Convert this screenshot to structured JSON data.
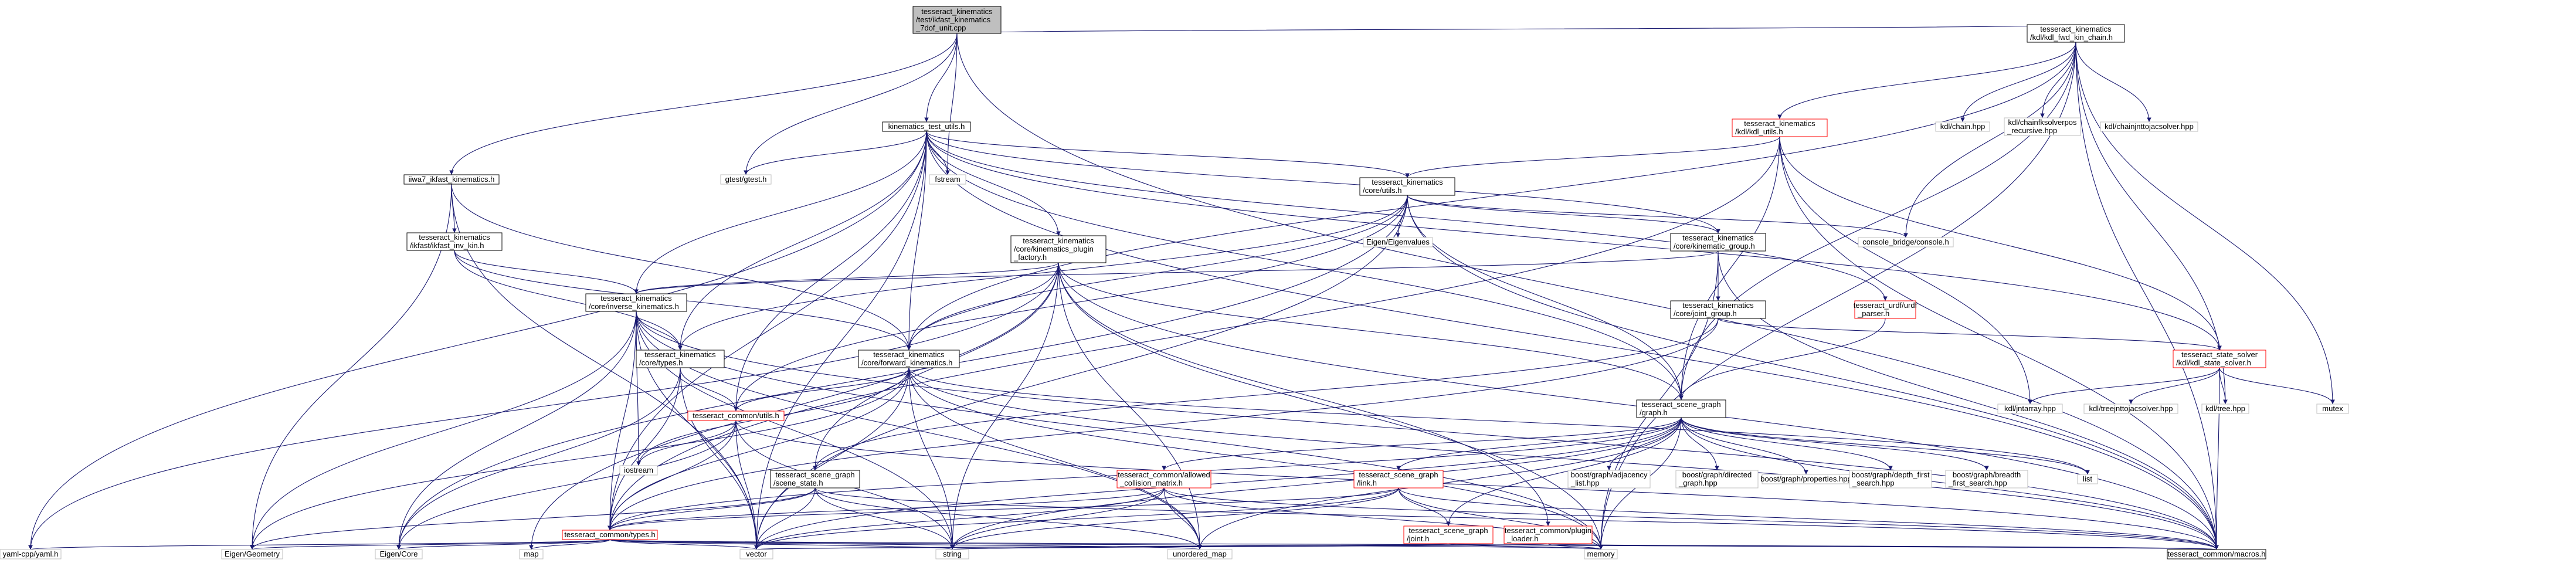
{
  "nodes": [
    {
      "id": "root",
      "lines": [
        "tesseract_kinematics",
        "/test/ikfast_kinematics",
        "_7dof_unit.cpp"
      ],
      "style": "root"
    },
    {
      "id": "kdl_fwd",
      "lines": [
        "tesseract_kinematics",
        "/kdl/kdl_fwd_kin_chain.h"
      ],
      "style": "plain"
    },
    {
      "id": "kin_test_utils",
      "lines": [
        "kinematics_test_utils.h"
      ],
      "style": "plain"
    },
    {
      "id": "kdl_utils",
      "lines": [
        "tesseract_kinematics",
        "/kdl/kdl_utils.h"
      ],
      "style": "red"
    },
    {
      "id": "iiwa7",
      "lines": [
        "iiwa7_ikfast_kinematics.h"
      ],
      "style": "plain"
    },
    {
      "id": "core_utils",
      "lines": [
        "tesseract_kinematics",
        "/core/utils.h"
      ],
      "style": "plain"
    },
    {
      "id": "ikfast_inv",
      "lines": [
        "tesseract_kinematics",
        "/ikfast/ikfast_inv_kin.h"
      ],
      "style": "plain"
    },
    {
      "id": "plugin_factory",
      "lines": [
        "tesseract_kinematics",
        "/core/kinematics_plugin",
        "_factory.h"
      ],
      "style": "plain"
    },
    {
      "id": "kin_group",
      "lines": [
        "tesseract_kinematics",
        "/core/kinematic_group.h"
      ],
      "style": "plain"
    },
    {
      "id": "inv_kin",
      "lines": [
        "tesseract_kinematics",
        "/core/inverse_kinematics.h"
      ],
      "style": "plain"
    },
    {
      "id": "joint_group",
      "lines": [
        "tesseract_kinematics",
        "/core/joint_group.h"
      ],
      "style": "plain"
    },
    {
      "id": "urdf_parser",
      "lines": [
        "tesseract_urdf/urdf",
        "_parser.h"
      ],
      "style": "red"
    },
    {
      "id": "core_types",
      "lines": [
        "tesseract_kinematics",
        "/core/types.h"
      ],
      "style": "plain"
    },
    {
      "id": "fwd_kin",
      "lines": [
        "tesseract_kinematics",
        "/core/forward_kinematics.h"
      ],
      "style": "plain"
    },
    {
      "id": "kdl_state_solver",
      "lines": [
        "tesseract_state_solver",
        "/kdl/kdl_state_solver.h"
      ],
      "style": "red"
    },
    {
      "id": "common_utils",
      "lines": [
        "tesseract_common/utils.h"
      ],
      "style": "red"
    },
    {
      "id": "scene_graph",
      "lines": [
        "tesseract_scene_graph",
        "/graph.h"
      ],
      "style": "plain"
    },
    {
      "id": "scene_state",
      "lines": [
        "tesseract_scene_graph",
        "/scene_state.h"
      ],
      "style": "plain"
    },
    {
      "id": "allowed_collision",
      "lines": [
        "tesseract_common/allowed",
        "_collision_matrix.h"
      ],
      "style": "red"
    },
    {
      "id": "sg_link",
      "lines": [
        "tesseract_scene_graph",
        "/link.h"
      ],
      "style": "red"
    },
    {
      "id": "common_types",
      "lines": [
        "tesseract_common/types.h"
      ],
      "style": "red"
    },
    {
      "id": "sg_joint",
      "lines": [
        "tesseract_scene_graph",
        "/joint.h"
      ],
      "style": "red"
    },
    {
      "id": "plugin_loader",
      "lines": [
        "tesseract_common/plugin",
        "_loader.h"
      ],
      "style": "red"
    },
    {
      "id": "common_macros",
      "lines": [
        "tesseract_common/macros.h"
      ],
      "style": "plain"
    },
    {
      "id": "gtest",
      "lines": [
        "gtest/gtest.h"
      ],
      "style": "gray"
    },
    {
      "id": "fstream",
      "lines": [
        "fstream"
      ],
      "style": "gray"
    },
    {
      "id": "kdl_chain",
      "lines": [
        "kdl/chain.hpp"
      ],
      "style": "gray"
    },
    {
      "id": "kdl_chainfk",
      "lines": [
        "kdl/chainfksolverpos",
        "_recursive.hpp"
      ],
      "style": "gray"
    },
    {
      "id": "kdl_chainjnt",
      "lines": [
        "kdl/chainjnttojacsolver.hpp"
      ],
      "style": "gray"
    },
    {
      "id": "eigen_values",
      "lines": [
        "Eigen/Eigenvalues"
      ],
      "style": "gray"
    },
    {
      "id": "console_bridge",
      "lines": [
        "console_bridge/console.h"
      ],
      "style": "gray"
    },
    {
      "id": "kdl_jntarray",
      "lines": [
        "kdl/jntarray.hpp"
      ],
      "style": "gray"
    },
    {
      "id": "kdl_treejnt",
      "lines": [
        "kdl/treejnttojacsolver.hpp"
      ],
      "style": "gray"
    },
    {
      "id": "kdl_tree",
      "lines": [
        "kdl/tree.hpp"
      ],
      "style": "gray"
    },
    {
      "id": "mutex",
      "lines": [
        "mutex"
      ],
      "style": "gray"
    },
    {
      "id": "iostream",
      "lines": [
        "iostream"
      ],
      "style": "gray"
    },
    {
      "id": "bg_adj",
      "lines": [
        "boost/graph/adjacency",
        "_list.hpp"
      ],
      "style": "gray"
    },
    {
      "id": "bg_directed",
      "lines": [
        "boost/graph/directed",
        "_graph.hpp"
      ],
      "style": "gray"
    },
    {
      "id": "bg_props",
      "lines": [
        "boost/graph/properties.hpp"
      ],
      "style": "gray"
    },
    {
      "id": "bg_dfs",
      "lines": [
        "boost/graph/depth_first",
        "_search.hpp"
      ],
      "style": "gray"
    },
    {
      "id": "bg_bfs",
      "lines": [
        "boost/graph/breadth",
        "_first_search.hpp"
      ],
      "style": "gray"
    },
    {
      "id": "list",
      "lines": [
        "list"
      ],
      "style": "gray"
    },
    {
      "id": "yaml",
      "lines": [
        "yaml-cpp/yaml.h"
      ],
      "style": "gray"
    },
    {
      "id": "eigen_geometry",
      "lines": [
        "Eigen/Geometry"
      ],
      "style": "gray"
    },
    {
      "id": "eigen_core",
      "lines": [
        "Eigen/Core"
      ],
      "style": "gray"
    },
    {
      "id": "map",
      "lines": [
        "map"
      ],
      "style": "gray"
    },
    {
      "id": "vector",
      "lines": [
        "vector"
      ],
      "style": "gray"
    },
    {
      "id": "string",
      "lines": [
        "string"
      ],
      "style": "gray"
    },
    {
      "id": "unordered_map",
      "lines": [
        "unordered_map"
      ],
      "style": "gray"
    },
    {
      "id": "memory",
      "lines": [
        "memory"
      ],
      "style": "gray"
    }
  ],
  "edges": [
    [
      "root",
      "kdl_fwd"
    ],
    [
      "root",
      "kin_test_utils"
    ],
    [
      "root",
      "iiwa7"
    ],
    [
      "root",
      "gtest"
    ],
    [
      "root",
      "fstream"
    ],
    [
      "root",
      "common_macros"
    ],
    [
      "kdl_fwd",
      "kdl_utils"
    ],
    [
      "kdl_fwd",
      "kdl_chain"
    ],
    [
      "kdl_fwd",
      "kdl_chainfk"
    ],
    [
      "kdl_fwd",
      "kdl_chainjnt"
    ],
    [
      "kdl_fwd",
      "fwd_kin"
    ],
    [
      "kdl_fwd",
      "console_bridge"
    ],
    [
      "kdl_fwd",
      "mutex"
    ],
    [
      "kdl_fwd",
      "kdl_tree"
    ],
    [
      "kdl_fwd",
      "scene_graph"
    ],
    [
      "kdl_fwd",
      "common_macros"
    ],
    [
      "kdl_fwd",
      "memory"
    ],
    [
      "kdl_utils",
      "core_utils"
    ],
    [
      "kdl_utils",
      "kdl_state_solver"
    ],
    [
      "kdl_utils",
      "kdl_jntarray"
    ],
    [
      "kdl_utils",
      "scene_graph"
    ],
    [
      "kdl_utils",
      "common_types"
    ],
    [
      "kdl_utils",
      "common_macros"
    ],
    [
      "kin_test_utils",
      "core_utils"
    ],
    [
      "kin_test_utils",
      "plugin_factory"
    ],
    [
      "kin_test_utils",
      "kin_group"
    ],
    [
      "kin_test_utils",
      "inv_kin"
    ],
    [
      "kin_test_utils",
      "fwd_kin"
    ],
    [
      "kin_test_utils",
      "core_types"
    ],
    [
      "kin_test_utils",
      "gtest"
    ],
    [
      "kin_test_utils",
      "fstream"
    ],
    [
      "kin_test_utils",
      "urdf_parser"
    ],
    [
      "kin_test_utils",
      "scene_graph"
    ],
    [
      "kin_test_utils",
      "common_utils"
    ],
    [
      "kin_test_utils",
      "kdl_state_solver"
    ],
    [
      "kin_test_utils",
      "yaml"
    ],
    [
      "kin_test_utils",
      "vector"
    ],
    [
      "kin_test_utils",
      "common_types"
    ],
    [
      "kin_test_utils",
      "common_macros"
    ],
    [
      "iiwa7",
      "ikfast_inv"
    ],
    [
      "iiwa7",
      "fwd_kin"
    ],
    [
      "iiwa7",
      "eigen_geometry"
    ],
    [
      "iiwa7",
      "vector"
    ],
    [
      "core_utils",
      "eigen_values"
    ],
    [
      "core_utils",
      "console_bridge"
    ],
    [
      "core_utils",
      "kin_group"
    ],
    [
      "core_utils",
      "scene_graph"
    ],
    [
      "core_utils",
      "fwd_kin"
    ],
    [
      "core_utils",
      "core_types"
    ],
    [
      "core_utils",
      "vector"
    ],
    [
      "core_utils",
      "eigen_core"
    ],
    [
      "core_utils",
      "common_macros"
    ],
    [
      "core_utils",
      "common_utils"
    ],
    [
      "ikfast_inv",
      "inv_kin"
    ],
    [
      "ikfast_inv",
      "core_types"
    ],
    [
      "ikfast_inv",
      "fwd_kin"
    ],
    [
      "plugin_factory",
      "inv_kin"
    ],
    [
      "plugin_factory",
      "fwd_kin"
    ],
    [
      "plugin_factory",
      "scene_state"
    ],
    [
      "plugin_factory",
      "scene_graph"
    ],
    [
      "plugin_factory",
      "plugin_loader"
    ],
    [
      "plugin_factory",
      "yaml"
    ],
    [
      "plugin_factory",
      "string"
    ],
    [
      "plugin_factory",
      "common_macros"
    ],
    [
      "plugin_factory",
      "map"
    ],
    [
      "plugin_factory",
      "memory"
    ],
    [
      "plugin_factory",
      "unordered_map"
    ],
    [
      "kin_group",
      "joint_group"
    ],
    [
      "kin_group",
      "inv_kin"
    ],
    [
      "kin_group",
      "common_macros"
    ],
    [
      "kin_group",
      "memory"
    ],
    [
      "inv_kin",
      "core_types"
    ],
    [
      "inv_kin",
      "common_types"
    ],
    [
      "inv_kin",
      "eigen_geometry"
    ],
    [
      "inv_kin",
      "eigen_core"
    ],
    [
      "inv_kin",
      "vector"
    ],
    [
      "inv_kin",
      "string"
    ],
    [
      "inv_kin",
      "memory"
    ],
    [
      "inv_kin",
      "unordered_map"
    ],
    [
      "inv_kin",
      "iostream"
    ],
    [
      "inv_kin",
      "common_macros"
    ],
    [
      "joint_group",
      "kdl_state_solver"
    ],
    [
      "joint_group",
      "scene_state"
    ],
    [
      "joint_group",
      "common_types"
    ],
    [
      "urdf_parser",
      "scene_graph"
    ],
    [
      "core_types",
      "common_utils"
    ],
    [
      "core_types",
      "common_types"
    ],
    [
      "core_types",
      "eigen_core"
    ],
    [
      "core_types",
      "vector"
    ],
    [
      "fwd_kin",
      "common_types"
    ],
    [
      "fwd_kin",
      "common_utils"
    ],
    [
      "fwd_kin",
      "eigen_geometry"
    ],
    [
      "fwd_kin",
      "vector"
    ],
    [
      "fwd_kin",
      "string"
    ],
    [
      "fwd_kin",
      "unordered_map"
    ],
    [
      "fwd_kin",
      "memory"
    ],
    [
      "fwd_kin",
      "iostream"
    ],
    [
      "fwd_kin",
      "list"
    ],
    [
      "fwd_kin",
      "common_macros"
    ],
    [
      "kdl_state_solver",
      "kdl_jntarray"
    ],
    [
      "kdl_state_solver",
      "kdl_treejnt"
    ],
    [
      "kdl_state_solver",
      "kdl_tree"
    ],
    [
      "kdl_state_solver",
      "mutex"
    ],
    [
      "kdl_state_solver",
      "common_macros"
    ],
    [
      "common_utils",
      "iostream"
    ],
    [
      "common_utils",
      "common_types"
    ],
    [
      "common_utils",
      "eigen_core"
    ],
    [
      "common_utils",
      "vector"
    ],
    [
      "common_utils",
      "string"
    ],
    [
      "common_utils",
      "common_macros"
    ],
    [
      "scene_graph",
      "bg_adj"
    ],
    [
      "scene_graph",
      "bg_directed"
    ],
    [
      "scene_graph",
      "bg_props"
    ],
    [
      "scene_graph",
      "bg_dfs"
    ],
    [
      "scene_graph",
      "bg_bfs"
    ],
    [
      "scene_graph",
      "list"
    ],
    [
      "scene_graph",
      "sg_link"
    ],
    [
      "scene_graph",
      "sg_joint"
    ],
    [
      "scene_graph",
      "allowed_collision"
    ],
    [
      "scene_graph",
      "common_types"
    ],
    [
      "scene_graph",
      "common_macros"
    ],
    [
      "scene_graph",
      "unordered_map"
    ],
    [
      "scene_graph",
      "string"
    ],
    [
      "scene_graph",
      "vector"
    ],
    [
      "scene_graph",
      "memory"
    ],
    [
      "scene_state",
      "common_types"
    ],
    [
      "scene_state",
      "eigen_geometry"
    ],
    [
      "scene_state",
      "string"
    ],
    [
      "scene_state",
      "vector"
    ],
    [
      "scene_state",
      "unordered_map"
    ],
    [
      "scene_state",
      "common_macros"
    ],
    [
      "allowed_collision",
      "common_types"
    ],
    [
      "allowed_collision",
      "unordered_map"
    ],
    [
      "allowed_collision",
      "vector"
    ],
    [
      "allowed_collision",
      "memory"
    ],
    [
      "allowed_collision",
      "string"
    ],
    [
      "allowed_collision",
      "common_macros"
    ],
    [
      "sg_link",
      "sg_joint"
    ],
    [
      "sg_link",
      "common_types"
    ],
    [
      "sg_link",
      "string"
    ],
    [
      "sg_link",
      "vector"
    ],
    [
      "sg_link",
      "memory"
    ],
    [
      "sg_link",
      "common_macros"
    ],
    [
      "sg_joint",
      "string"
    ],
    [
      "sg_joint",
      "memory"
    ],
    [
      "sg_joint",
      "vector"
    ],
    [
      "sg_joint",
      "common_macros"
    ],
    [
      "plugin_loader",
      "string"
    ],
    [
      "plugin_loader",
      "memory"
    ],
    [
      "plugin_loader",
      "vector"
    ],
    [
      "plugin_loader",
      "common_macros"
    ],
    [
      "common_types",
      "yaml"
    ],
    [
      "common_types",
      "eigen_geometry"
    ],
    [
      "common_types",
      "eigen_core"
    ],
    [
      "common_types",
      "map"
    ],
    [
      "common_types",
      "vector"
    ],
    [
      "common_types",
      "string"
    ],
    [
      "common_types",
      "unordered_map"
    ],
    [
      "common_types",
      "memory"
    ],
    [
      "common_types",
      "common_macros"
    ]
  ]
}
